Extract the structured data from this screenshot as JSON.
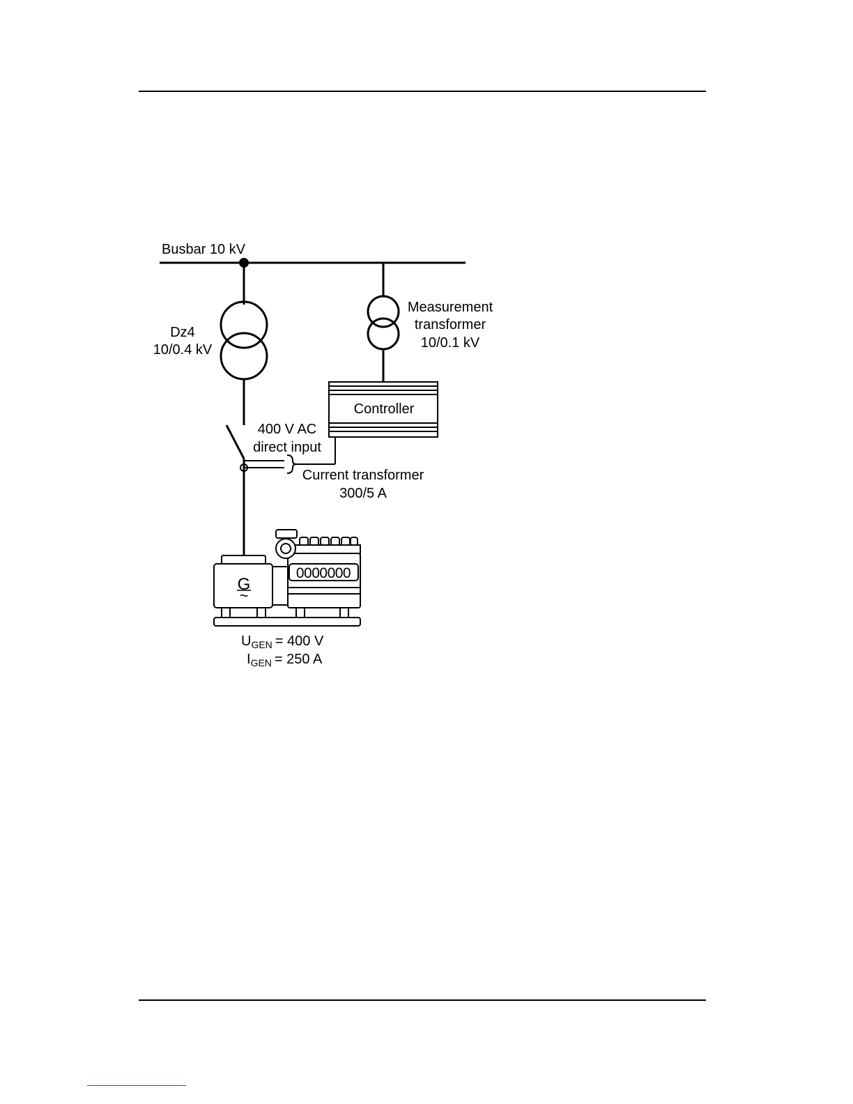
{
  "diagram": {
    "busbar_label": "Busbar 10 kV",
    "power_transformer": {
      "name": "Dz4",
      "ratio": "10/0.4 kV"
    },
    "measurement_transformer": {
      "line1": "Measurement",
      "line2": "transformer",
      "line3": "10/0.1 kV"
    },
    "controller_label": "Controller",
    "direct_input": {
      "line1": "400 V AC",
      "line2": "direct input"
    },
    "current_transformer": {
      "line1": "Current transformer",
      "line2": "300/5 A"
    },
    "generator": {
      "symbol": "G",
      "tilde": "~",
      "voltage": {
        "symbol": "U",
        "subscript": "GEN",
        "value": "=  400 V"
      },
      "current": {
        "symbol": "I",
        "subscript": "GEN",
        "value": "= 250 A"
      },
      "engine_cylinders": "0000000"
    }
  }
}
